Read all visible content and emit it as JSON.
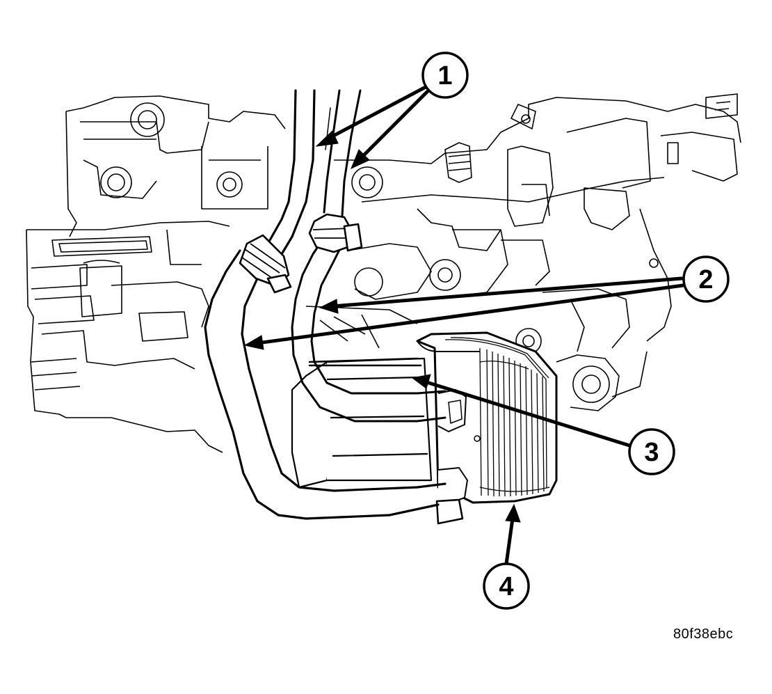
{
  "callouts": [
    {
      "id": "1",
      "label": "1"
    },
    {
      "id": "2",
      "label": "2"
    },
    {
      "id": "3",
      "label": "3"
    },
    {
      "id": "4",
      "label": "4"
    }
  ],
  "figure_code": "80f38ebc",
  "colors": {
    "line": "#000000",
    "background": "#ffffff"
  }
}
